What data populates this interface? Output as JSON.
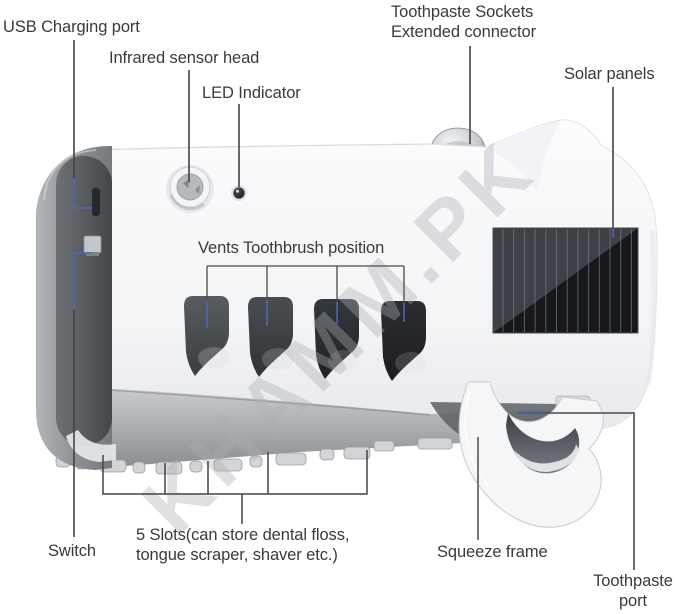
{
  "title": "UV toothbrush sterilizer and toothpaste dispenser — annotated parts diagram",
  "watermark": {
    "text": "KHAMM.PK"
  },
  "colors": {
    "background": "#ffffff",
    "label_text": "#3a3a3a",
    "leader_line": "#434343",
    "accent_blue": "#4a6bb5",
    "port_leader_blue": "#3d5a9e",
    "solar_panel_dark": "#16181c",
    "solar_panel_light": "#3e4147",
    "watermark_color": "rgba(172,174,180,0.38)"
  },
  "labels": {
    "usb_charging_port": "USB Charging port",
    "infrared_sensor_head": "Infrared sensor head",
    "led_indicator": "LED Indicator",
    "toothpaste_sockets": {
      "line1": "Toothpaste Sockets",
      "line2": "Extended connector"
    },
    "solar_panels": "Solar panels",
    "vents": "Vents Toothbrush position",
    "switch": "Switch",
    "slots": {
      "line1": "5 Slots(can store dental floss,",
      "line2": "tongue scraper, shaver etc.)"
    },
    "squeeze_frame": "Squeeze frame",
    "toothpaste_port": {
      "line1": "Toothpaste",
      "line2": "port"
    }
  },
  "parts_shown": [
    "usb-charging-port",
    "infrared-sensor-head",
    "led-indicator",
    "toothpaste-socket-extended-connector",
    "solar-panel",
    "toothbrush-vents",
    "power-switch",
    "bottom-storage-slots",
    "squeeze-frame",
    "toothpaste-port"
  ]
}
